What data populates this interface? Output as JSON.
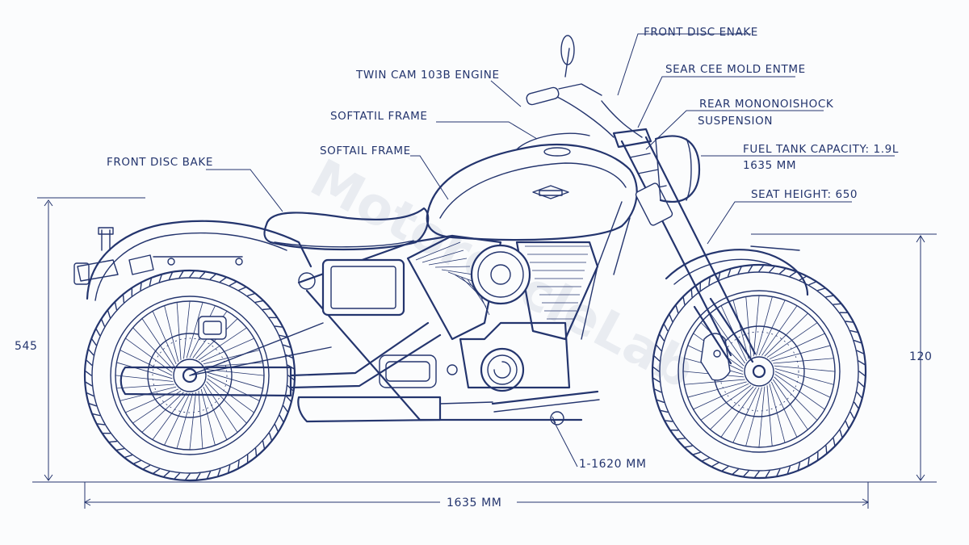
{
  "watermark": "MotorcycleLab",
  "labels": {
    "front_disc_enake": "FRONT DISC ENAKE",
    "twin_cam": "TWIN CAM 103B ENGINE",
    "sear_cee": "SEAR CEE MOLD ENTME",
    "softatil_frame": "SOFTATIL FRAME",
    "rear_mono_1": "REAR MONONOISHOCK",
    "rear_mono_2": "SUSPENSION",
    "softail_frame": "SOFTAIL FRAME",
    "fuel_tank_1": "FUEL TANK CAPACITY: 1.9L",
    "fuel_tank_2": "1635 MM",
    "front_disc_bake": "FRONT DISC BAKE",
    "seat_height": "SEAT HEIGHT: 650"
  },
  "dimensions": {
    "left_height": "545",
    "right_height": "120",
    "wheelbase": "1-1620 MM",
    "overall_length": "1635 MM"
  }
}
